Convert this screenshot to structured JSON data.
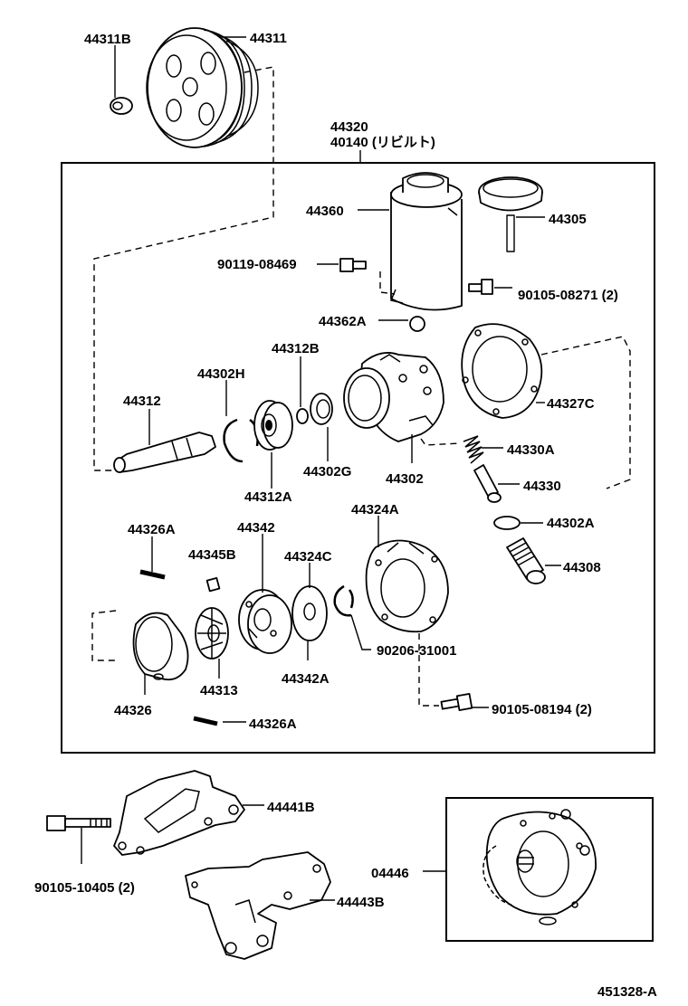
{
  "labels": {
    "l44311B": "44311B",
    "l44311": "44311",
    "l44320": "44320",
    "l40140": "40140 (リビルト)",
    "l44360": "44360",
    "l44305": "44305",
    "l90119": "90119-08469",
    "l90105_08271": "90105-08271 (2)",
    "l44362A": "44362A",
    "l44312B": "44312B",
    "l44302H": "44302H",
    "l44312": "44312",
    "l44327C": "44327C",
    "l44330A": "44330A",
    "l44302G": "44302G",
    "l44302": "44302",
    "l44330": "44330",
    "l44312A": "44312A",
    "l44302A": "44302A",
    "l44326A_top": "44326A",
    "l44342": "44342",
    "l44324A": "44324A",
    "l44345B": "44345B",
    "l44324C": "44324C",
    "l44308": "44308",
    "l90206": "90206-31001",
    "l44326": "44326",
    "l44313": "44313",
    "l44342A": "44342A",
    "l90105_08194": "90105-08194 (2)",
    "l44326A_bot": "44326A",
    "l44441B": "44441B",
    "l90105_10405": "90105-10405 (2)",
    "l04446": "04446",
    "l44443B": "44443B",
    "l451328": "451328-A"
  },
  "icons": [
    "pulley",
    "nut",
    "reservoir",
    "reservoir-cap",
    "bolt",
    "o-ring",
    "gasket-plate",
    "shaft",
    "snap-ring",
    "bearing",
    "seal",
    "pump-housing",
    "spring",
    "valve",
    "union-fitting",
    "cam-ring",
    "rotor",
    "side-plate",
    "washer",
    "rear-housing",
    "bracket",
    "gasket-kit"
  ]
}
